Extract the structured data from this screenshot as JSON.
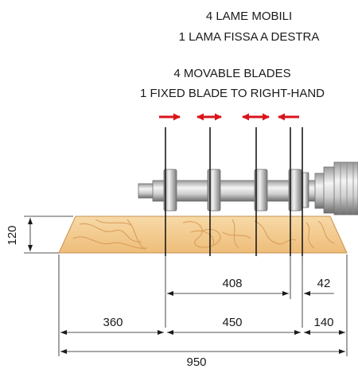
{
  "headings": {
    "it_line1": "4 LAME MOBILI",
    "it_line2": "1 LAMA FISSA A DESTRA",
    "en_line1": "4 MOVABLE BLADES",
    "en_line2": "1 FIXED BLADE TO RIGHT-HAND"
  },
  "dimensions": {
    "thickness": "120",
    "movable_span": "408",
    "fixed_gap": "42",
    "left_offset": "360",
    "blade_zone": "450",
    "right_offset": "140",
    "total_width": "950"
  },
  "arrows": [
    {
      "direction": "right"
    },
    {
      "direction": "both"
    },
    {
      "direction": "both"
    },
    {
      "direction": "left"
    }
  ],
  "colors": {
    "arrow": "#d9141b",
    "wood": "#f2c98d",
    "wood_grain": "#d89a54",
    "steel_light": "#e8e8e8",
    "steel_dark": "#7a7a7a",
    "line": "#1a1a1a"
  }
}
